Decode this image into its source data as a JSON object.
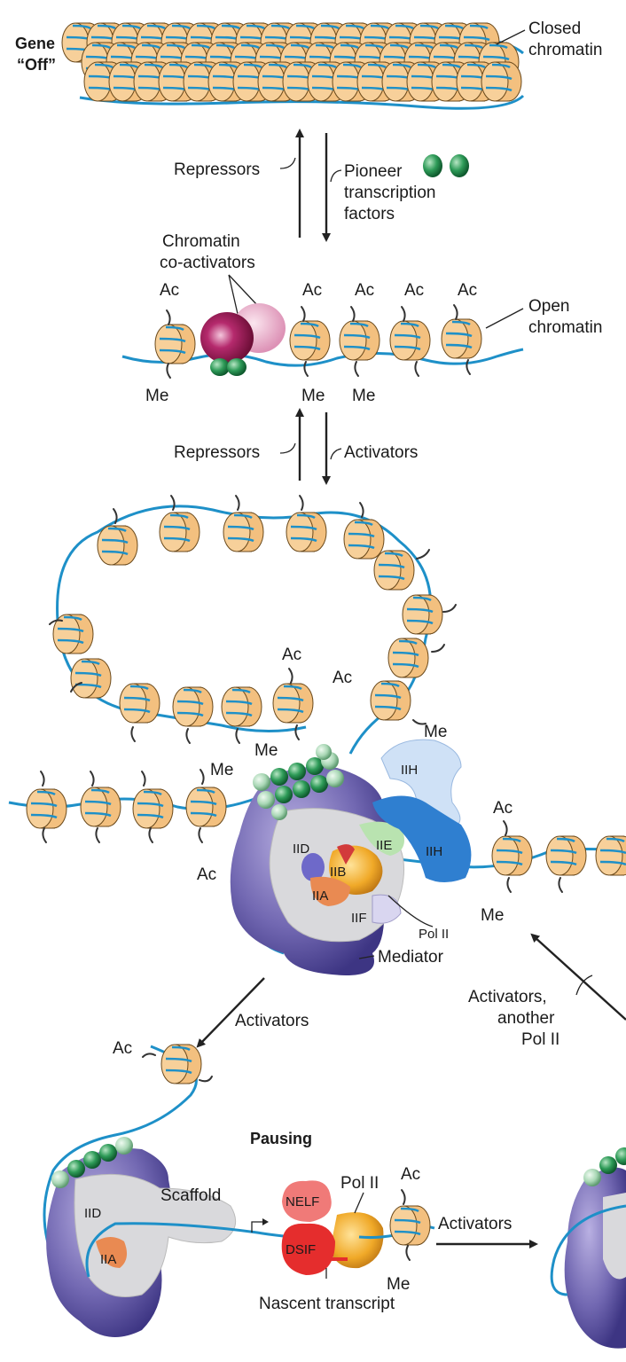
{
  "labels": {
    "gene_off": [
      "Gene",
      "“Off”"
    ],
    "closed_chromatin": [
      "Closed",
      "chromatin"
    ],
    "open_chromatin": [
      "Open",
      "chromatin"
    ],
    "repressors": "Repressors",
    "pioneer": [
      "Pioneer",
      "transcription",
      "factors"
    ],
    "chromatin_coactivators": [
      "Chromatin",
      "co-activators"
    ],
    "activators": "Activators",
    "ac": "Ac",
    "me": "Me",
    "IIH": "IIH",
    "IID": "IID",
    "IIE": "IIE",
    "IIB": "IIB",
    "IIA": "IIA",
    "IIF": "IIF",
    "pol_ii": "Pol II",
    "mediator": "Mediator",
    "activators_another": [
      "Activators,",
      "another",
      "Pol II"
    ],
    "pausing": "Pausing",
    "scaffold": "Scaffold",
    "nelf": "NELF",
    "dsif": "DSIF",
    "nascent": "Nascent transcript"
  },
  "colors": {
    "nucleosome": "#f3c07f",
    "dna": "#1e90c8",
    "mediator": "#7064ae",
    "pioneer_factor": "#1f8a4c",
    "coactivator": "#a8175a",
    "IIH": "#2f7fd0",
    "pol_ii": "#e9a431",
    "nelf": "#f07a78",
    "dsif": "#e52d2d"
  }
}
